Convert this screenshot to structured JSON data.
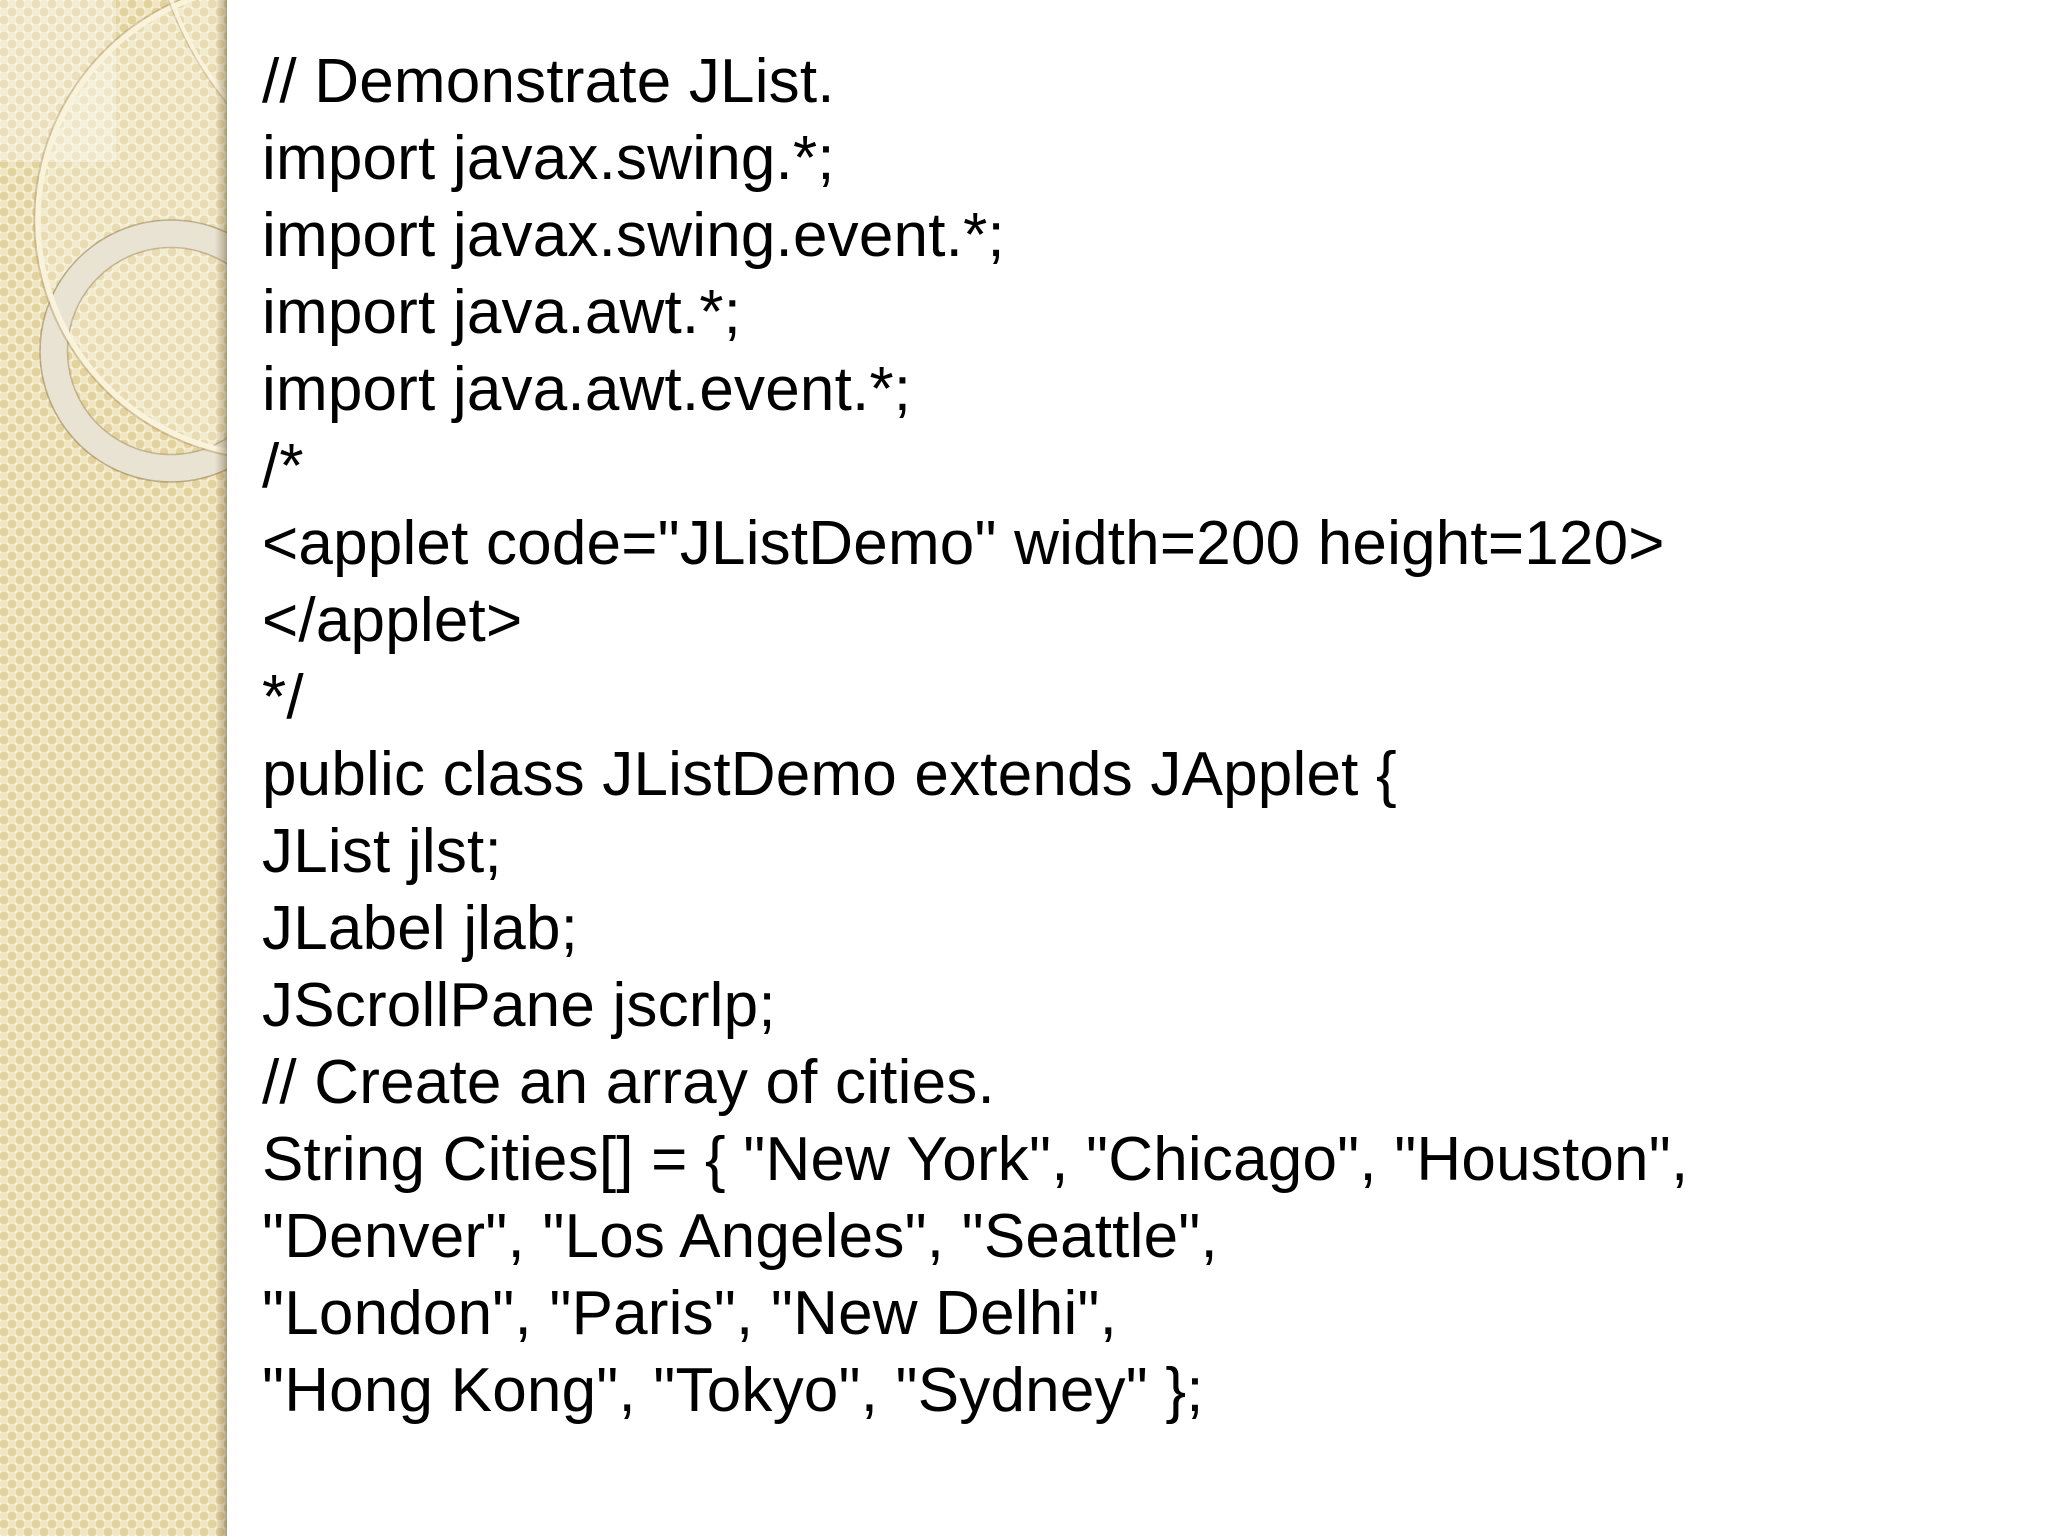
{
  "slide": {
    "kind": "presentation-code-slide",
    "background_color": "#ffffff",
    "text_color": "#000000",
    "sidebar": {
      "base_color": "#e7d9a5",
      "checker_light_color": "#f0e6c3",
      "checker_dark_color": "#e2d29c",
      "thin_ring_color": "#f9f3dc",
      "thick_ring_color": "#e9e3d3",
      "highlight_color": "#ffffff",
      "edge_shadow_color": "#6e5a2d"
    },
    "code_lines": [
      "// Demonstrate JList.",
      "import javax.swing.*;",
      "import javax.swing.event.*;",
      "import java.awt.*;",
      "import java.awt.event.*;",
      "/*",
      "<applet code=\"JListDemo\" width=200 height=120>",
      "</applet>",
      "*/",
      "public class JListDemo extends JApplet {",
      "JList jlst;",
      "JLabel jlab;",
      "JScrollPane jscrlp;",
      "// Create an array of cities.",
      "String Cities[] = { \"New York\", \"Chicago\", \"Houston\",",
      "\"Denver\", \"Los Angeles\", \"Seattle\",",
      "\"London\", \"Paris\", \"New Delhi\",",
      "\"Hong Kong\", \"Tokyo\", \"Sydney\" };"
    ]
  }
}
